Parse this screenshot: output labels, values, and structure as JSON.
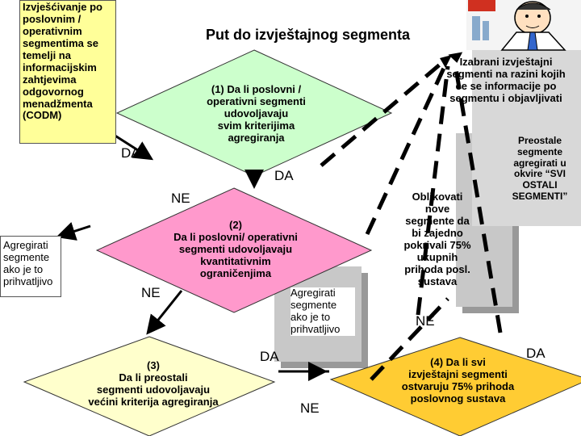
{
  "title": "Put do izvještajnog segmenta",
  "start_box": "Izvješćivanje po\nposlovnim /\noperativnim\nsegmentima se\ntemelji na\ninformacijskim\nzahtjevima\nodgovornog\nmenadžmenta\n(CODM)",
  "diamond1": "(1) Da li poslovni /\noperativni segmenti\nudovoljavaju\nsvim kriterijima\nagregiranja",
  "diamond2": "(2)\nDa li poslovni/ operativni\nsegmenti udovoljavaju\nkvantitativnim\nograničenjima",
  "diamond3": "(3)\nDa li preostali\nsegmenti udovoljavaju\nvećini kriterija agregiranja",
  "diamond4": "(4) Da li svi\nizvještajni segmenti\nostvaruju 75% prihoda\nposlovnog sustava",
  "selected_segments": "Izabrani izvještajni\nsegmenti na razini kojih\nće se informacije po\nsegmentu i objavljivati",
  "remaining_segments": "Preostale\nsegmente\nagregirati u\nokvire “SVI\nOSTALI\nSEGMENTI”",
  "new_segments": "Oblikovati\nnove\nsegmente da\nbi zajedno\npokrivali 75%\nukupnih\nprihoda posl.\nsustava",
  "aggregate_left": "Agregirati\nsegmente\nako je to\nprihvatljivo",
  "aggregate_mid": "Agregirati\nsegmente\nako je to\nprihvatljivo",
  "labels": {
    "da1": "DA",
    "da2": "DA",
    "ne1": "NE",
    "ne2": "NE",
    "da3": "DA",
    "ne3": "NE",
    "ne4": "NE",
    "da4": "DA"
  },
  "colors": {
    "start_box": "#ffff99",
    "diamond1": "#ccffcc",
    "diamond2": "#ff99cc",
    "diamond3": "#ffffcc",
    "diamond4": "#ffcc33",
    "panel_shadow": "#bbbbbb"
  },
  "icons": [
    "presenter-cartoon-icon"
  ]
}
